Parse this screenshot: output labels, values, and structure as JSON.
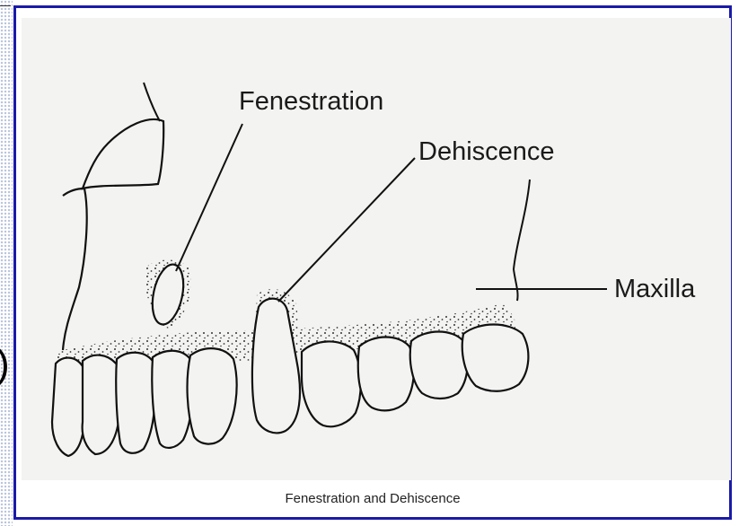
{
  "figure": {
    "labels": {
      "fenestration": "Fenestration",
      "dehiscence": "Dehiscence",
      "maxilla": "Maxilla"
    },
    "caption": "Fenestration and Dehiscence"
  },
  "slide": {
    "partial_glyph": ")",
    "frame_color": "#1a1aa8",
    "figure_bg": "#f3f3f1"
  }
}
